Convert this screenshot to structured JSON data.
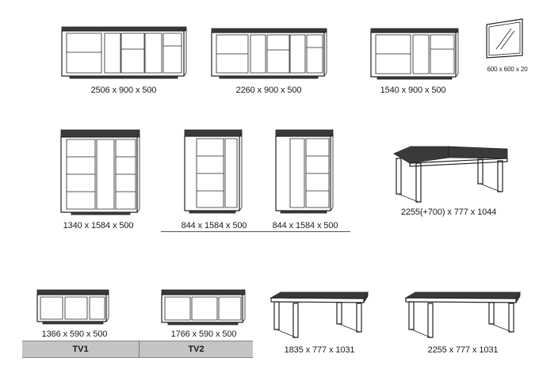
{
  "items": [
    {
      "key": "sideboard_2506",
      "label": "2506 x 900 x 500"
    },
    {
      "key": "sideboard_2260",
      "label": "2260 x 900 x 500"
    },
    {
      "key": "sideboard_1540",
      "label": "1540 x 900 x 500"
    },
    {
      "key": "mirror",
      "label": "600 x 600 x 20"
    },
    {
      "key": "highboard_1340",
      "label": "1340 x 1584 x 500"
    },
    {
      "key": "cabinet_844_left",
      "label": "844 x 1584 x 500"
    },
    {
      "key": "cabinet_844_right",
      "label": "844 x 1584 x 500"
    },
    {
      "key": "table_extendable",
      "label": "2255(+700) x 777 x 1044"
    },
    {
      "key": "tv_1366",
      "label": "1366 x 590 x 500"
    },
    {
      "key": "tv_1766",
      "label": "1766 x 590 x 500"
    },
    {
      "key": "table_1835",
      "label": "1835 x 777 x 1031"
    },
    {
      "key": "table_2255",
      "label": "2255 x 777 x 1031"
    }
  ],
  "tv_labels": {
    "tv1": "TV1",
    "tv2": "TV2"
  }
}
